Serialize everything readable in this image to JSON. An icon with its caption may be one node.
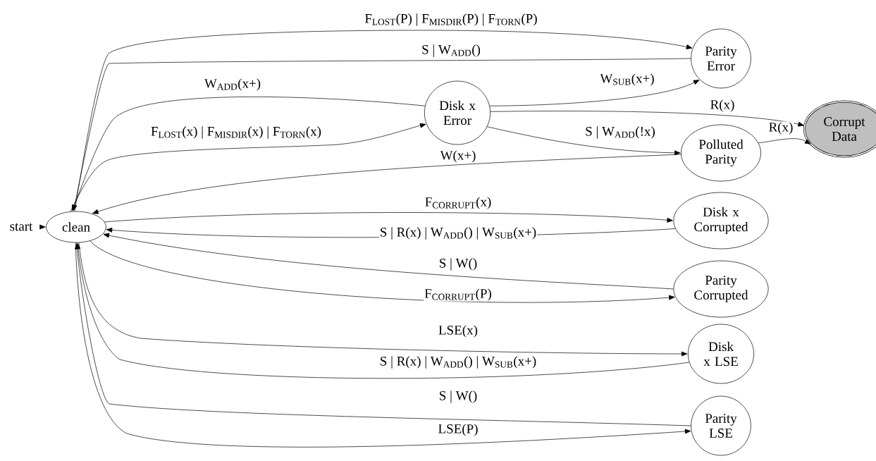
{
  "diagram": {
    "nodes": [
      {
        "text": [
          "start"
        ]
      },
      {
        "text": [
          "clean"
        ]
      },
      {
        "text": [
          "Disk x Error"
        ]
      },
      {
        "text": [
          "Parity Error"
        ]
      },
      {
        "text": [
          "Polluted Parity"
        ]
      },
      {
        "text": [
          "Corrupt Data"
        ]
      },
      {
        "text": [
          "Disk x Corrupted"
        ]
      },
      {
        "text": [
          "Parity Corrupted"
        ]
      },
      {
        "text": [
          "Disk x LSE"
        ]
      },
      {
        "text": [
          "Parity LSE"
        ]
      }
    ],
    "edges": [
      {
        "from": 0,
        "to": 1,
        "arrow": "to"
      },
      {
        "from": 1,
        "to": 3,
        "arrow": "to",
        "label": "F$_{LOST}$(P) | F$_{MISDIR}$(P) | F$_{TORN}$(P)"
      },
      {
        "from": 3,
        "to": 1,
        "arrow": "to",
        "label": "S | W$_{ADD}$()"
      },
      {
        "from": 2,
        "to": 1,
        "arrow": "to",
        "label": "W$_{ADD}$(x+)"
      },
      {
        "from": 1,
        "to": 2,
        "arrow": "to",
        "label": "F$_{LOST}$(x) | F$_{MISDIR}$(x) | F$_{TORN}$(x)"
      },
      {
        "from": 2,
        "to": 3,
        "arrow": "to",
        "label": "W$_{SUB}$(x+)"
      },
      {
        "from": 2,
        "to": 5,
        "arrow": "to",
        "label": "R(x)"
      },
      {
        "from": 2,
        "to": 4,
        "arrow": "to",
        "label": "S | W$_{ADD}$(!x)"
      },
      {
        "from": 4,
        "to": 1,
        "arrow": "to",
        "label": "W(x+)"
      },
      {
        "from": 4,
        "to": 5,
        "arrow": "to",
        "label": "R(x)"
      },
      {
        "from": 1,
        "to": 6,
        "arrow": "to",
        "label": "F$_{CORRUPT}$(x)"
      },
      {
        "from": 6,
        "to": 1,
        "arrow": "to",
        "label": "S | R(x) | W$_{ADD}$() | W$_{SUB}$(x+)"
      },
      {
        "from": 7,
        "to": 1,
        "arrow": "to",
        "label": "S | W()"
      },
      {
        "from": 1,
        "to": 7,
        "arrow": "to",
        "label": "F$_{CORRUPT}$(P)"
      },
      {
        "from": 1,
        "to": 8,
        "arrow": "to",
        "label": "LSE(x)"
      },
      {
        "from": 8,
        "to": 1,
        "arrow": "to",
        "label": "S | R(x) | W$_{ADD}$() | W$_{SUB}$(x+)"
      },
      {
        "from": 9,
        "to": 1,
        "arrow": "to",
        "label": "S | W()"
      },
      {
        "from": 1,
        "to": 9,
        "arrow": "to",
        "label": "LSE(P)"
      }
    ]
  }
}
